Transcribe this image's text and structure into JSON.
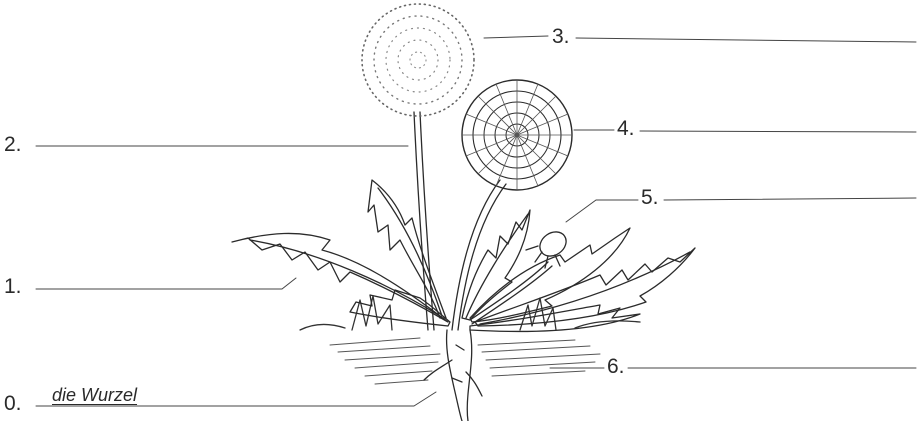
{
  "worksheet": {
    "labels": [
      {
        "number": "0.",
        "answer": "die Wurzel"
      },
      {
        "number": "1.",
        "answer": ""
      },
      {
        "number": "2.",
        "answer": ""
      },
      {
        "number": "3.",
        "answer": ""
      },
      {
        "number": "4.",
        "answer": ""
      },
      {
        "number": "5.",
        "answer": ""
      },
      {
        "number": "6.",
        "answer": ""
      }
    ]
  },
  "colors": {
    "ink": "#2a2a2a",
    "paper": "#ffffff"
  }
}
